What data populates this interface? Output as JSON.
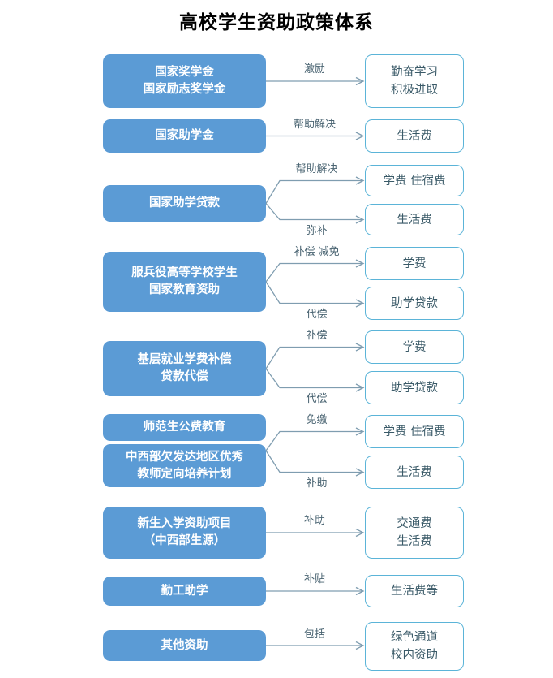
{
  "title": "高校学生资助政策体系",
  "colors": {
    "source_box_fill": "#5B9BD5",
    "source_box_text": "#FFFFFF",
    "target_box_border": "#5BB4D8",
    "target_box_text": "#3A5A68",
    "connector": "#7F9DB0",
    "label_text": "#4A6472",
    "title_text": "#000000",
    "background": "#FFFFFF"
  },
  "groups": [
    {
      "id": "scholarship",
      "sources": [
        {
          "lines": [
            "国家奖学金",
            "国家励志奖学金"
          ]
        }
      ],
      "edges": [
        {
          "label": "激励",
          "target": {
            "lines": [
              "勤奋学习",
              "积极进取"
            ]
          }
        }
      ]
    },
    {
      "id": "grant",
      "sources": [
        {
          "lines": [
            "国家助学金"
          ]
        }
      ],
      "edges": [
        {
          "label": "帮助解决",
          "target": {
            "lines": [
              "生活费"
            ]
          }
        }
      ]
    },
    {
      "id": "student-loan",
      "sources": [
        {
          "lines": [
            "国家助学贷款"
          ]
        }
      ],
      "edges": [
        {
          "label": "帮助解决",
          "target": {
            "lines": [
              "学费  住宿费"
            ]
          }
        },
        {
          "label": "弥补",
          "target": {
            "lines": [
              "生活费"
            ]
          }
        }
      ]
    },
    {
      "id": "military-service",
      "sources": [
        {
          "lines": [
            "服兵役高等学校学生",
            "国家教育资助"
          ]
        }
      ],
      "edges": [
        {
          "label": "补偿  减免",
          "target": {
            "lines": [
              "学费"
            ]
          }
        },
        {
          "label": "代偿",
          "target": {
            "lines": [
              "助学贷款"
            ]
          }
        }
      ]
    },
    {
      "id": "grassroots-employment",
      "sources": [
        {
          "lines": [
            "基层就业学费补偿",
            "贷款代偿"
          ]
        }
      ],
      "edges": [
        {
          "label": "补偿",
          "target": {
            "lines": [
              "学费"
            ]
          }
        },
        {
          "label": "代偿",
          "target": {
            "lines": [
              "助学贷款"
            ]
          }
        }
      ]
    },
    {
      "id": "teacher-education",
      "sources": [
        {
          "lines": [
            "师范生公费教育"
          ]
        },
        {
          "lines": [
            "中西部欠发达地区优秀",
            "教师定向培养计划"
          ]
        }
      ],
      "edges": [
        {
          "label": "免缴",
          "target": {
            "lines": [
              "学费  住宿费"
            ]
          }
        },
        {
          "label": "补助",
          "target": {
            "lines": [
              "生活费"
            ]
          }
        }
      ]
    },
    {
      "id": "freshman-aid",
      "sources": [
        {
          "lines": [
            "新生入学资助项目",
            "（中西部生源）"
          ]
        }
      ],
      "edges": [
        {
          "label": "补助",
          "target": {
            "lines": [
              "交通费",
              "生活费"
            ]
          }
        }
      ]
    },
    {
      "id": "work-study",
      "sources": [
        {
          "lines": [
            "勤工助学"
          ]
        }
      ],
      "edges": [
        {
          "label": "补贴",
          "target": {
            "lines": [
              "生活费等"
            ]
          }
        }
      ]
    },
    {
      "id": "other-aid",
      "sources": [
        {
          "lines": [
            "其他资助"
          ]
        }
      ],
      "edges": [
        {
          "label": "包括",
          "target": {
            "lines": [
              "绿色通道",
              "校内资助"
            ]
          }
        }
      ]
    }
  ]
}
